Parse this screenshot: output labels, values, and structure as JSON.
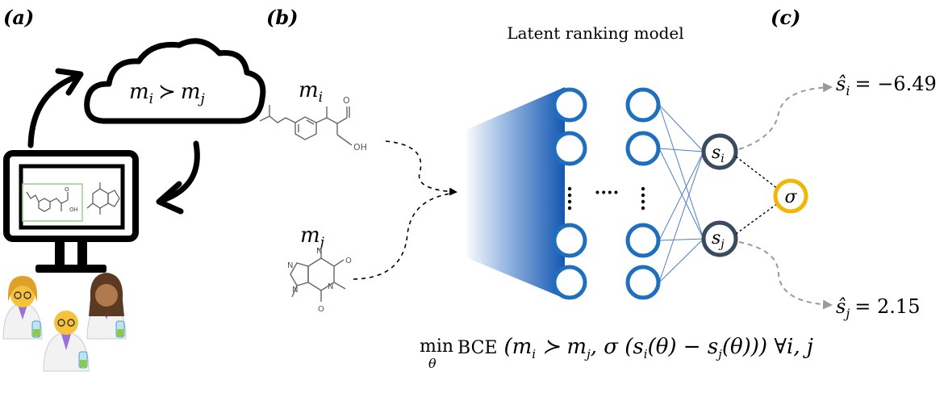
{
  "panels": {
    "a": {
      "label": "(a)"
    },
    "b": {
      "label": "(b)"
    },
    "c": {
      "label": "(c)"
    }
  },
  "cloud": {
    "preference": "m_i ≻ m_j",
    "lhs": "m",
    "lhs_sub": "i",
    "rel": "≻",
    "rhs": "m",
    "rhs_sub": "j"
  },
  "molecules": {
    "top": {
      "label": "m",
      "sub": "i",
      "oh_label": "OH",
      "o_label": "O"
    },
    "bottom": {
      "label": "m",
      "sub": "j",
      "n1": "N",
      "n2": "N",
      "n3": "N",
      "n4": "N",
      "o1": "O",
      "o2": "O"
    }
  },
  "monitor_mol": {
    "oh_label": "OH",
    "o_label": "O"
  },
  "model": {
    "title": "Latent ranking model",
    "dots_mid": "····",
    "node_si": "s",
    "node_si_sub": "i",
    "node_sj": "s",
    "node_sj_sub": "j",
    "sigma": "σ"
  },
  "scores": {
    "si": {
      "label": "ŝ",
      "sub": "i",
      "eq": "= −6.49",
      "value": -6.49
    },
    "sj": {
      "label": "ŝ",
      "sub": "j",
      "eq": "= 2.15",
      "value": 2.15
    }
  },
  "loss": {
    "min": "min",
    "theta": "θ",
    "text": "BCE (m_i ≻ m_j, σ (s_i(θ) − s_j(θ))) ∀i, j",
    "bce": "BCE",
    "p1": "(m",
    "p1s": "i",
    "p2": " ≻ m",
    "p2s": "j",
    "p3": ", σ (s",
    "p3s": "i",
    "p4": "(θ) − s",
    "p4s": "j",
    "p5": "(θ))) ∀i, j"
  },
  "colors": {
    "accent": "#1f6fbf",
    "node_dark": "#3b4a5e",
    "sigma": "#f2b705",
    "arrow": "#000000",
    "dashed_grey": "#9a9a9a"
  }
}
